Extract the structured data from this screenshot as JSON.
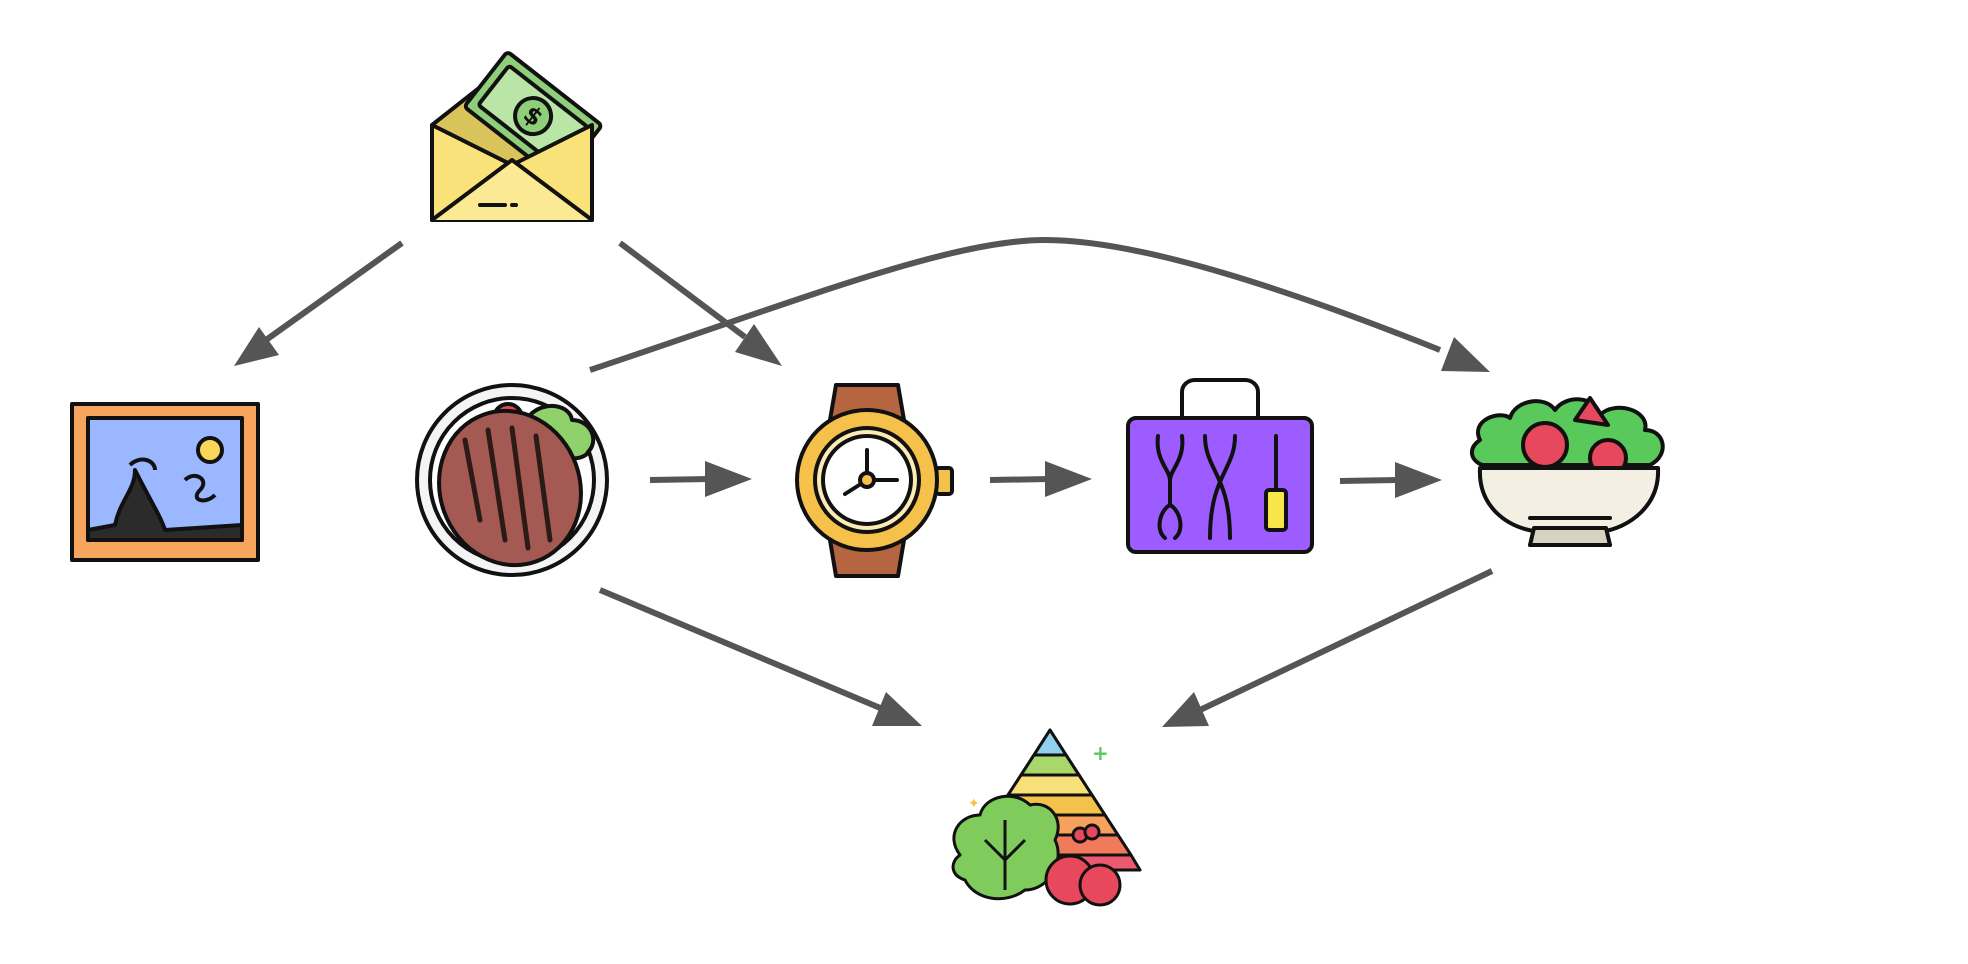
{
  "diagram": {
    "type": "flow-diagram",
    "nodes": [
      {
        "id": "money-envelope",
        "icon": "money-envelope-icon"
      },
      {
        "id": "painting",
        "icon": "framed-painting-icon"
      },
      {
        "id": "steak",
        "icon": "steak-plate-icon"
      },
      {
        "id": "watch",
        "icon": "wristwatch-icon"
      },
      {
        "id": "toolbox",
        "icon": "toolbox-icon"
      },
      {
        "id": "salad",
        "icon": "salad-bowl-icon"
      },
      {
        "id": "food-pyramid",
        "icon": "food-pyramid-icon"
      }
    ],
    "edges": [
      {
        "from": "money-envelope",
        "to": "painting"
      },
      {
        "from": "money-envelope",
        "to": "watch"
      },
      {
        "from": "steak",
        "to": "salad"
      },
      {
        "from": "steak",
        "to": "watch"
      },
      {
        "from": "watch",
        "to": "toolbox"
      },
      {
        "from": "toolbox",
        "to": "salad"
      },
      {
        "from": "steak",
        "to": "food-pyramid"
      },
      {
        "from": "salad",
        "to": "food-pyramid"
      }
    ],
    "colors": {
      "edge": "#555555",
      "outline": "#111111",
      "money_green": "#9ed48a",
      "envelope_yellow": "#f9e27a",
      "frame_orange": "#f7a55c",
      "sky_blue": "#9bb7ff",
      "steak_brown": "#a45a52",
      "watch_gold": "#f6c14b",
      "strap_brown": "#b5653f",
      "toolbox_purple": "#9c5cff",
      "bowl_cream": "#f3efe2",
      "lettuce_green": "#58c95a",
      "tomato_red": "#e8485c"
    }
  }
}
